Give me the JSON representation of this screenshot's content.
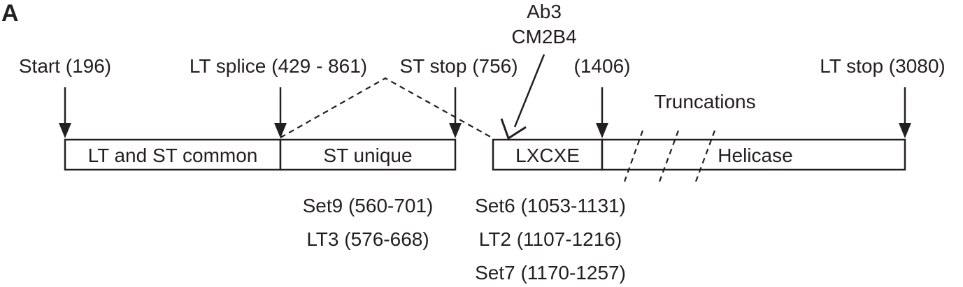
{
  "panel_label": "A",
  "antibody_labels": [
    "Ab3",
    "CM2B4"
  ],
  "markers": {
    "start": "Start (196)",
    "lt_splice": "LT splice (429 - 861)",
    "st_stop": "ST stop (756)",
    "pos_1406": "(1406)",
    "lt_stop": "LT stop (3080)"
  },
  "truncations_label": "Truncations",
  "segments": {
    "lt_st_common": "LT and ST common",
    "st_unique": "ST unique",
    "lxcxe": "LXCXE",
    "helicase": "Helicase"
  },
  "primer_sets_left": [
    "Set9 (560-701)",
    "LT3 (576-668)"
  ],
  "primer_sets_right": [
    "Set6 (1053-1131)",
    "LT2 (1107-1216)",
    "Set7 (1170-1257)"
  ]
}
